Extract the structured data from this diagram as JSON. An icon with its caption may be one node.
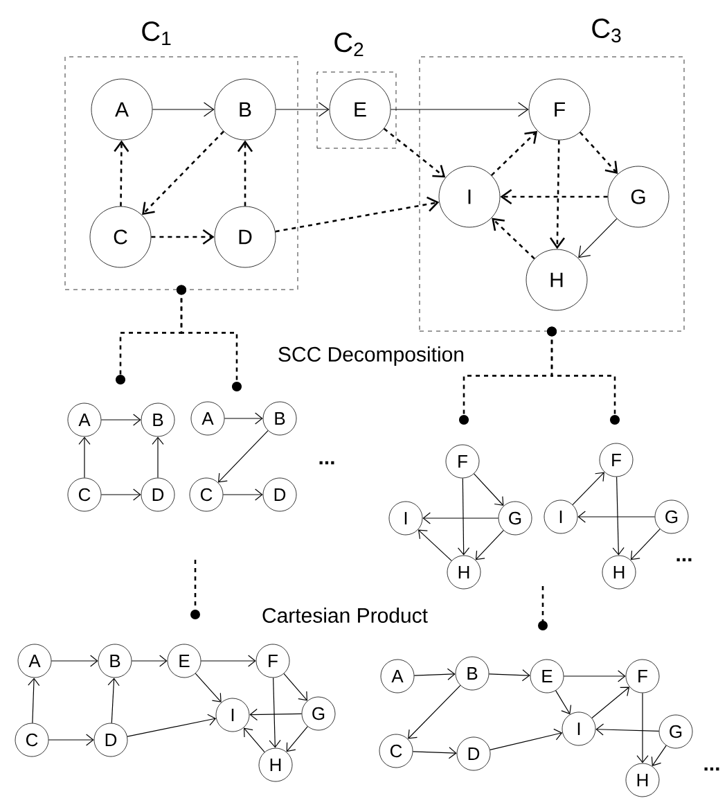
{
  "diagram": {
    "nodes": [
      {
        "text": [
          "C$_{1}$"
        ]
      },
      {
        "text": [
          "A"
        ],
        "in": 0
      },
      {
        "text": [
          "B"
        ],
        "in": 0
      },
      {
        "text": [
          "C"
        ],
        "in": 0
      },
      {
        "text": [
          "D"
        ],
        "in": 0
      },
      {
        "text": [
          "C$_{2}$"
        ]
      },
      {
        "text": [
          "E"
        ],
        "in": 5
      },
      {
        "text": [
          "C$_{3}$"
        ]
      },
      {
        "text": [
          "F"
        ],
        "in": 7
      },
      {
        "text": [
          "I"
        ],
        "in": 7
      },
      {
        "text": [
          "G"
        ],
        "in": 7
      },
      {
        "text": [
          "H"
        ],
        "in": 7
      },
      {
        "text": [
          "A"
        ]
      },
      {
        "text": [
          "B"
        ]
      },
      {
        "text": [
          "C"
        ]
      },
      {
        "text": [
          "D"
        ]
      },
      {
        "text": [
          "A"
        ]
      },
      {
        "text": [
          "B"
        ]
      },
      {
        "text": [
          "C"
        ]
      },
      {
        "text": [
          "D"
        ]
      },
      {
        "text": [
          "F"
        ]
      },
      {
        "text": [
          "I"
        ]
      },
      {
        "text": [
          "G"
        ]
      },
      {
        "text": [
          "H"
        ]
      },
      {
        "text": [
          "F"
        ]
      },
      {
        "text": [
          "I"
        ]
      },
      {
        "text": [
          "G"
        ]
      },
      {
        "text": [
          "H"
        ]
      },
      {
        "text": [
          "A"
        ]
      },
      {
        "text": [
          "B"
        ]
      },
      {
        "text": [
          "E"
        ]
      },
      {
        "text": [
          "F"
        ]
      },
      {
        "text": [
          "C"
        ]
      },
      {
        "text": [
          "D"
        ]
      },
      {
        "text": [
          "I"
        ]
      },
      {
        "text": [
          "G"
        ]
      },
      {
        "text": [
          "H"
        ]
      },
      {
        "text": [
          "A"
        ]
      },
      {
        "text": [
          "B"
        ]
      },
      {
        "text": [
          "E"
        ]
      },
      {
        "text": [
          "F"
        ]
      },
      {
        "text": [
          "C"
        ]
      },
      {
        "text": [
          "D"
        ]
      },
      {
        "text": [
          "I"
        ]
      },
      {
        "text": [
          "G"
        ]
      },
      {
        "text": [
          "H"
        ]
      }
    ],
    "edges": [
      {
        "from": 1,
        "to": 2,
        "arrow": "to"
      },
      {
        "from": 2,
        "to": 6,
        "arrow": "to"
      },
      {
        "from": 6,
        "to": 8,
        "arrow": "to"
      },
      {
        "from": 6,
        "to": 9,
        "arrow": "to",
        "style": "dashed"
      },
      {
        "from": 4,
        "to": 9,
        "arrow": "to",
        "style": "dashed"
      },
      {
        "from": 3,
        "to": 1,
        "arrow": "to",
        "style": "dashed"
      },
      {
        "from": 2,
        "to": 3,
        "arrow": "to",
        "style": "dashed"
      },
      {
        "from": 4,
        "to": 2,
        "arrow": "to",
        "style": "dashed"
      },
      {
        "from": 3,
        "to": 4,
        "arrow": "to",
        "style": "dashed"
      },
      {
        "from": 9,
        "to": 8,
        "arrow": "to",
        "style": "dashed"
      },
      {
        "from": 8,
        "to": 10,
        "arrow": "to",
        "style": "dashed"
      },
      {
        "from": 8,
        "to": 11,
        "arrow": "to",
        "style": "dashed"
      },
      {
        "from": 10,
        "to": 9,
        "arrow": "to",
        "style": "dashed"
      },
      {
        "from": 11,
        "to": 9,
        "arrow": "to",
        "style": "dashed"
      },
      {
        "from": 10,
        "to": 11,
        "arrow": "to"
      },
      {
        "from": 0,
        "to": null,
        "arrow": "other",
        "style": "dashed"
      },
      {
        "from": 0,
        "to": null,
        "arrow": "other",
        "style": "dashed"
      },
      {
        "from": 7,
        "to": null,
        "arrow": "other",
        "style": "dashed"
      },
      {
        "from": 7,
        "to": null,
        "arrow": "other",
        "style": "dashed"
      },
      {
        "from": 12,
        "to": 13,
        "arrow": "to"
      },
      {
        "from": 14,
        "to": 12,
        "arrow": "to"
      },
      {
        "from": 15,
        "to": 13,
        "arrow": "to"
      },
      {
        "from": 14,
        "to": 15,
        "arrow": "to"
      },
      {
        "from": 16,
        "to": 17,
        "arrow": "to"
      },
      {
        "from": 17,
        "to": 18,
        "arrow": "to"
      },
      {
        "from": 18,
        "to": 19,
        "arrow": "to"
      },
      {
        "from": 20,
        "to": 22,
        "arrow": "to"
      },
      {
        "from": 20,
        "to": 23,
        "arrow": "to"
      },
      {
        "from": 22,
        "to": 21,
        "arrow": "to"
      },
      {
        "from": 22,
        "to": 23,
        "arrow": "to"
      },
      {
        "from": 23,
        "to": 21,
        "arrow": "to"
      },
      {
        "from": 25,
        "to": 24,
        "arrow": "to"
      },
      {
        "from": 24,
        "to": 27,
        "arrow": "to"
      },
      {
        "from": 26,
        "to": 25,
        "arrow": "to"
      },
      {
        "from": 26,
        "to": 27,
        "arrow": "to"
      },
      {
        "from": 28,
        "to": 29,
        "arrow": "to"
      },
      {
        "from": 29,
        "to": 30,
        "arrow": "to"
      },
      {
        "from": 30,
        "to": 31,
        "arrow": "to"
      },
      {
        "from": 30,
        "to": 34,
        "arrow": "to"
      },
      {
        "from": 32,
        "to": 28,
        "arrow": "to"
      },
      {
        "from": 32,
        "to": 33,
        "arrow": "to"
      },
      {
        "from": 33,
        "to": 29,
        "arrow": "to"
      },
      {
        "from": 33,
        "to": 34,
        "arrow": "to"
      },
      {
        "from": 31,
        "to": 35,
        "arrow": "to"
      },
      {
        "from": 31,
        "to": 36,
        "arrow": "to"
      },
      {
        "from": 35,
        "to": 34,
        "arrow": "to"
      },
      {
        "from": 35,
        "to": 36,
        "arrow": "to"
      },
      {
        "from": 36,
        "to": 34,
        "arrow": "to"
      },
      {
        "from": 37,
        "to": 38,
        "arrow": "to"
      },
      {
        "from": 38,
        "to": 39,
        "arrow": "to"
      },
      {
        "from": 39,
        "to": 40,
        "arrow": "to"
      },
      {
        "from": 39,
        "to": 43,
        "arrow": "to"
      },
      {
        "from": 43,
        "to": 40,
        "arrow": "to"
      },
      {
        "from": 38,
        "to": 41,
        "arrow": "to"
      },
      {
        "from": 41,
        "to": 42,
        "arrow": "to"
      },
      {
        "from": 42,
        "to": 43,
        "arrow": "to"
      },
      {
        "from": 40,
        "to": 45,
        "arrow": "to"
      },
      {
        "from": 44,
        "to": 43,
        "arrow": "to"
      },
      {
        "from": 44,
        "to": 45,
        "arrow": "to"
      }
    ],
    "labels": [
      "SCC Decomposition",
      "...",
      "...",
      "Cartesian Product",
      "..."
    ]
  }
}
